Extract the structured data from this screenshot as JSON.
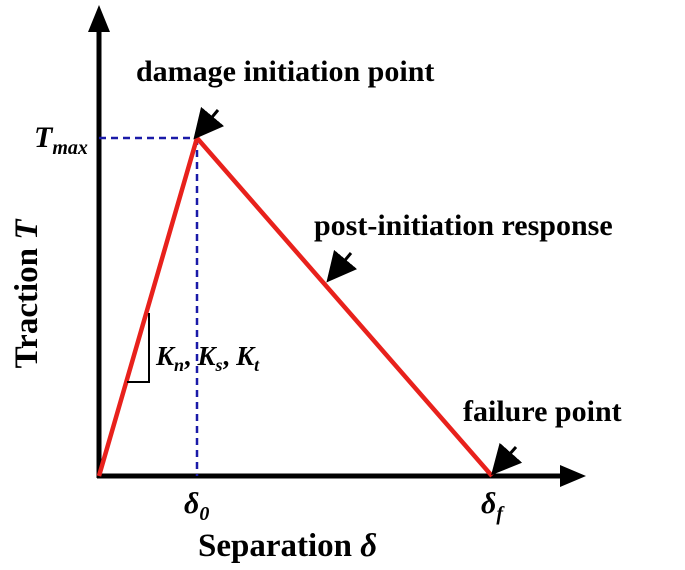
{
  "labels": {
    "damage_initiation": "damage initiation point",
    "post_initiation": "post-initiation response",
    "failure": "failure point",
    "stiffness": {
      "k1": "K",
      "k1_sub": "n",
      "sep1": ", ",
      "k2": "K",
      "k2_sub": "s",
      "sep2": ", ",
      "k3": "K",
      "k3_sub": "t"
    }
  },
  "axes": {
    "y_label_text": "Traction ",
    "y_label_symbol": "T",
    "x_label_text": "Separation ",
    "x_label_symbol": "δ",
    "y_tick": {
      "main": "T",
      "sub": "max"
    },
    "x_tick_0": {
      "main": "δ",
      "sub": "0"
    },
    "x_tick_f": {
      "main": "δ",
      "sub": "f"
    }
  },
  "colors": {
    "curve": "#e8211c",
    "guide": "#1a1aa8",
    "axis": "#000000"
  }
}
